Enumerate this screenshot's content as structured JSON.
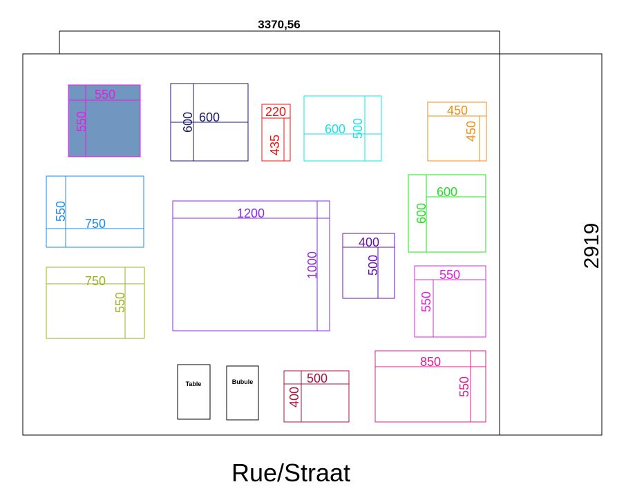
{
  "header": {
    "width_label": "3370,56"
  },
  "side": {
    "depth_label": "2919"
  },
  "street": {
    "label": "Rue/Straat"
  },
  "colors": {
    "outline": "#000000",
    "filled_booth": "#7196c0"
  },
  "booths": [
    {
      "id": "b1",
      "color": "#e020e0",
      "label_h": "550",
      "label_v": "550",
      "filled": true
    },
    {
      "id": "b2",
      "color": "#1a1a6e",
      "label_h": "600",
      "label_v": "600"
    },
    {
      "id": "b3",
      "color": "#ee1111",
      "label_h": "220",
      "label_v": "435"
    },
    {
      "id": "b4",
      "color": "#11e5e5",
      "label_h": "600",
      "label_v": "500"
    },
    {
      "id": "b5",
      "color": "#f08c10",
      "label_h": "450",
      "label_v": "450"
    },
    {
      "id": "b6",
      "color": "#1e88e5",
      "label_h": "750",
      "label_v": "550"
    },
    {
      "id": "b7",
      "color": "#8a2be2",
      "label_h": "1200",
      "label_v": "1000"
    },
    {
      "id": "b8",
      "color": "#22e022",
      "label_h": "600",
      "label_v": "600"
    },
    {
      "id": "b9",
      "color": "#6a0dad",
      "label_h": "400",
      "label_v": "500"
    },
    {
      "id": "b10",
      "color": "#9ab320",
      "label_h": "750",
      "label_v": "550"
    },
    {
      "id": "b11",
      "color": "#e020e0",
      "label_h": "550",
      "label_v": "550"
    },
    {
      "id": "b12",
      "color": "#b0103a",
      "label_h": "500",
      "label_v": "400"
    },
    {
      "id": "b13",
      "color": "#e01890",
      "label_h": "850",
      "label_v": "550"
    }
  ],
  "fixtures": [
    {
      "id": "table",
      "label": "Table"
    },
    {
      "id": "bubule",
      "label": "Bubule"
    }
  ]
}
